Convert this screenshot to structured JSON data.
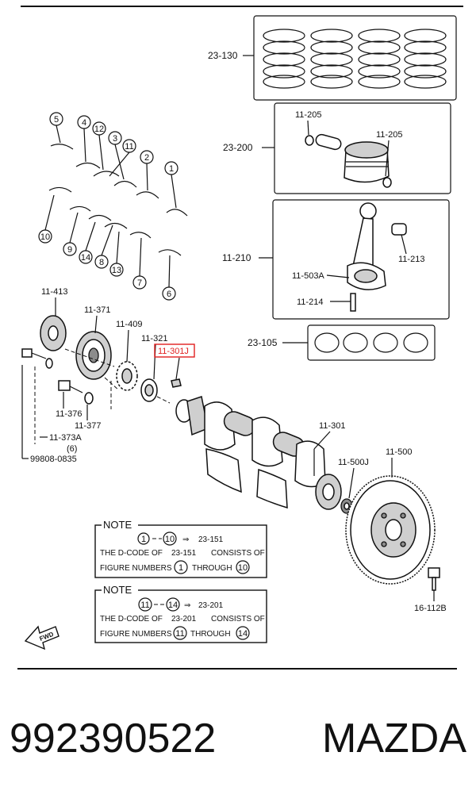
{
  "labels": {
    "piston_rings": "23-130",
    "piston_assy": "23-200",
    "piston_pin_clip_left": "11-205",
    "piston_pin_clip_right": "11-205",
    "conrod_assy": "11-210",
    "conrod_bushing": "11-213",
    "conrod_cap": "11-503A",
    "conrod_bolt": "11-214",
    "conrod_bearings": "23-105",
    "crank_sensor_plate": "11-413",
    "pulley": "11-371",
    "timing_sprocket": "11-409",
    "key_or_spacer": "11-321",
    "woodruff_key": "11-301J",
    "pulley_bolt": "11-376",
    "washer": "11-377",
    "lock_bolt": "11-373A",
    "lock_bolt_qty": "(6)",
    "washer_tool": "99808-0835",
    "crankshaft": "11-301",
    "oil_seal": "11-500J",
    "flywheel": "11-500",
    "flywheel_bolt": "16-112B"
  },
  "callouts": [
    "1",
    "2",
    "3",
    "4",
    "5",
    "6",
    "7",
    "8",
    "9",
    "10",
    "11",
    "12",
    "13",
    "14"
  ],
  "note1": {
    "heading": "NOTE",
    "range_start": "1",
    "range_end": "10",
    "arrow": "⇒",
    "target": "23-151",
    "line2_a": "THE D-CODE OF",
    "line2_b": "23-151",
    "line2_c": "CONSISTS OF",
    "line3_a": "FIGURE NUMBERS",
    "line3_b": "1",
    "line3_c": "THROUGH",
    "line3_d": "10"
  },
  "note2": {
    "heading": "NOTE",
    "range_start": "11",
    "range_end": "14",
    "arrow": "⇒",
    "target": "23-201",
    "line2_a": "THE D-CODE OF",
    "line2_b": "23-201",
    "line2_c": "CONSISTS OF",
    "line3_a": "FIGURE NUMBERS",
    "line3_b": "11",
    "line3_c": "THROUGH",
    "line3_d": "14"
  },
  "fwd": "FWD",
  "highlight_color": "#e02020",
  "caption": {
    "part_number": "992390522",
    "brand": "MAZDA"
  }
}
